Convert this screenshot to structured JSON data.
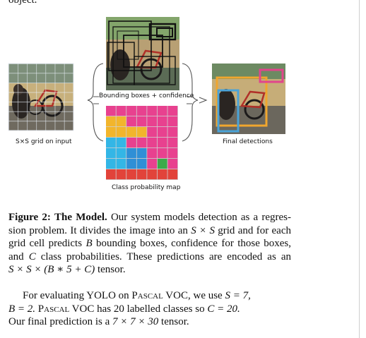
{
  "page": {
    "cut_text": "object."
  },
  "figure": {
    "input_label": "S×S grid on input",
    "bbox_label": "Bounding boxes + confidence",
    "class_label": "Class probability map",
    "final_label": "Final detections"
  },
  "caption": {
    "fig_num": "Figure 2:",
    "title": "The Model.",
    "l1_rest": " Our system models detection as a regres-",
    "l2_a": "sion problem. It divides the image into an ",
    "l2_math": "S × S",
    "l2_b": " grid and for each",
    "l3_a": "grid cell predicts ",
    "l3_math": "B",
    "l3_b": " bounding boxes, confidence for those boxes,",
    "l4_a": "and ",
    "l4_math": "C",
    "l4_b": " class probabilities.  These predictions are encoded as an",
    "l5_math": "S × S × (B ∗ 5 + C)",
    "l5_b": " tensor."
  },
  "body": {
    "p1_a": "For evaluating YOLO on ",
    "p1_sc": "Pascal VOC",
    "p1_b": ", we use ",
    "p1_math": "S = 7,",
    "p2_math1": "B = 2.",
    "p2_sc": "Pascal VOC",
    "p2_b": " has 20 labelled classes so ",
    "p2_math2": "C = 20.",
    "p3_a": "Our final prediction is a ",
    "p3_math": "7 × 7 × 30",
    "p3_b": " tensor."
  }
}
